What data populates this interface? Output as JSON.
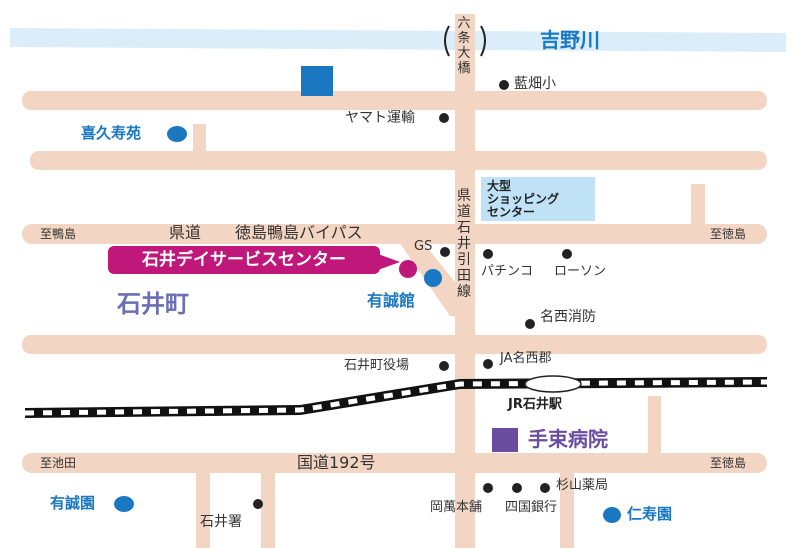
{
  "river": {
    "name": "吉野川"
  },
  "bridge": {
    "name": "六条大橋"
  },
  "route_names": {
    "bypass_prefix": "県道",
    "bypass_name": "徳島鴨島バイパス",
    "prefectural_road": "県道石井引田線",
    "national_route": "国道192号"
  },
  "directions": {
    "to_kamojima": "至鴨島",
    "to_tokushima_upper": "至徳島",
    "to_ikeda": "至池田",
    "to_tokushima_lower": "至徳島"
  },
  "town": {
    "name": "石井町"
  },
  "highlight": {
    "name": "石井デイサービスセンター",
    "color": "#c0177a"
  },
  "hospital": {
    "name": "手束病院",
    "color": "#6a4da0"
  },
  "station": {
    "name": "JR石井駅"
  },
  "shopping": {
    "line1": "大型",
    "line2": "ショッピング",
    "line3": "センター"
  },
  "facilities_blue": {
    "kikujuen": "喜久寿苑",
    "yuseikan": "有誠館",
    "yuseien": "有誠園",
    "jinjuen": "仁寿園"
  },
  "landmarks": {
    "aihata": "藍畑小",
    "yamato": "ヤマト運輸",
    "gs": "GS",
    "pachinko": "パチンコ",
    "lawson": "ローソン",
    "fire_station": "名西消防",
    "town_office": "石井町役場",
    "ja": "JA名西郡",
    "sugiyama": "杉山薬局",
    "okaman": "岡萬本舗",
    "shikoku_bank": "四国銀行",
    "police": "石井署"
  },
  "colors": {
    "road": "#f2d5c2",
    "river": "#daedf9",
    "facility_blue": "#1a78c2",
    "shopping_fill": "#bfe2f6",
    "town_label": "#6a6fb4"
  }
}
